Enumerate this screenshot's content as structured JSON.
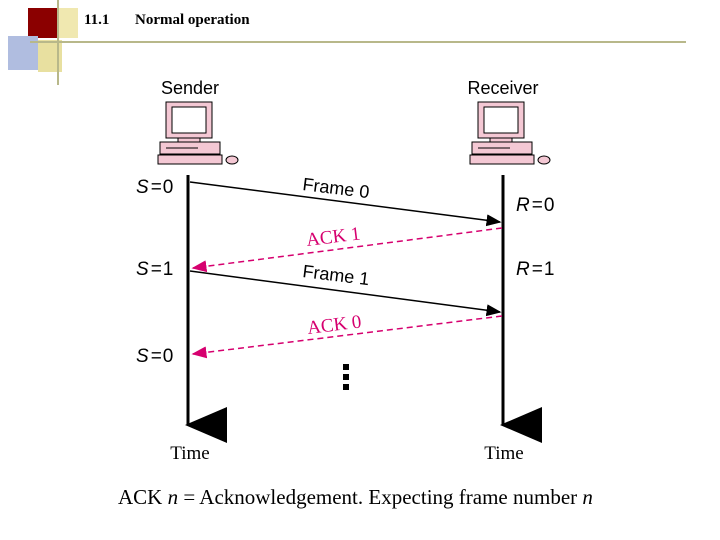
{
  "header": {
    "section_number": "11.1",
    "title": "Normal operation"
  },
  "diagram": {
    "sender_label": "Sender",
    "receiver_label": "Receiver",
    "time_label_left": "Time",
    "time_label_right": "Time",
    "sender_states": [
      {
        "var": "S",
        "eq": "=",
        "val": "0"
      },
      {
        "var": "S",
        "eq": "=",
        "val": "1"
      },
      {
        "var": "S",
        "eq": "=",
        "val": "0"
      }
    ],
    "receiver_states": [
      {
        "var": "R",
        "eq": "=",
        "val": "0"
      },
      {
        "var": "R",
        "eq": "=",
        "val": "1"
      }
    ],
    "frames": [
      {
        "label": "Frame 0",
        "direction": "sender-to-receiver",
        "color": "#000000"
      },
      {
        "label": "Frame 1",
        "direction": "sender-to-receiver",
        "color": "#000000"
      }
    ],
    "acks": [
      {
        "label": "ACK 1",
        "direction": "receiver-to-sender",
        "color": "#d6006f"
      },
      {
        "label": "ACK 0",
        "direction": "receiver-to-sender",
        "color": "#d6006f"
      }
    ],
    "ellipsis_icon": "vertical-ellipsis"
  },
  "caption": {
    "prefix": "ACK ",
    "n1": "n",
    "middle": " = Acknowledgement. Expecting frame number ",
    "n2": "n"
  },
  "colors": {
    "accent_ack": "#d6006f",
    "frame": "#000000",
    "deco_red": "#8b0000",
    "deco_gold": "#e8e0a0",
    "deco_blue": "#b0bde0"
  }
}
